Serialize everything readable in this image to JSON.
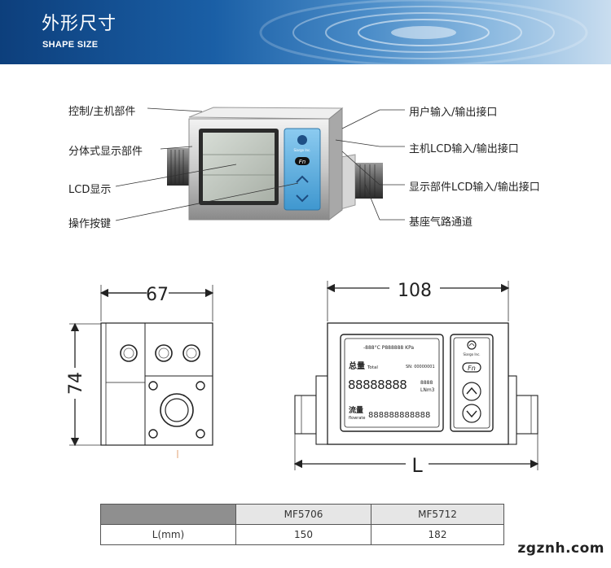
{
  "header": {
    "title": "外形尺寸",
    "subtitle": "SHAPE SIZE"
  },
  "callouts": {
    "left": [
      "控制/主机部件",
      "分体式显示部件",
      "LCD显示",
      "操作按键"
    ],
    "right": [
      "用户输入/输出接口",
      "主机LCD输入/输出接口",
      "显示部件LCD输入/输出接口",
      "基座气路通道"
    ]
  },
  "device_photo": {
    "brand_text": "Siargo Inc.",
    "fn_label": "Fn"
  },
  "side_view": {
    "width_dim": "67",
    "height_dim": "74"
  },
  "front_view": {
    "width_dim": "108",
    "length_dim": "L",
    "lcd": {
      "top_line": "-888°C  P888888 KPa",
      "total_cn": "总量",
      "total_en": "Total",
      "serial": "SN: 00000001",
      "total_digits": "88888888",
      "small_digits": "8888",
      "unit": "LNm3",
      "flow_cn": "流量",
      "flow_en": "flowrate",
      "flow_digits": "888888888888"
    },
    "brand_text": "Siargo Inc.",
    "fn_label": "Fn"
  },
  "spec_table": {
    "header": [
      "",
      "MF5706",
      "MF5712"
    ],
    "rows": [
      {
        "label": "L(mm)",
        "values": [
          "150",
          "182"
        ]
      }
    ]
  },
  "watermark": "zgznh.com",
  "colors": {
    "header_dark": "#0d3f7c",
    "panel_blue": "#5ab0dd",
    "table_header": "#8f8f8f"
  }
}
